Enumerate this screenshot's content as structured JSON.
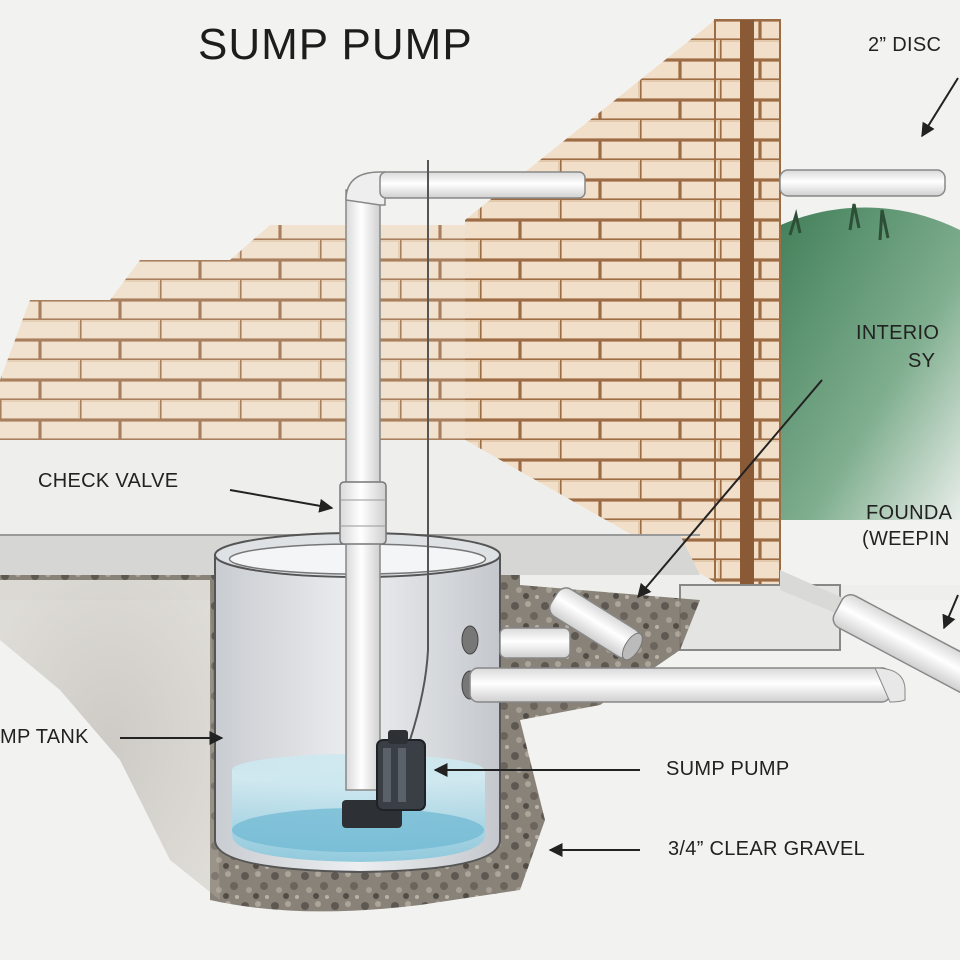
{
  "diagram": {
    "title": "SUMP PUMP",
    "labels": {
      "discharge": "2” DISC",
      "interior_line1": "INTERIO",
      "interior_line2": "SY",
      "foundation_line1": "FOUNDA",
      "foundation_line2": "(WEEPIN",
      "check_valve": "CHECK VALVE",
      "sump_tank": "MP TANK",
      "sump_pump": "SUMP PUMP",
      "gravel": "3/4” CLEAR GRAVEL"
    }
  }
}
